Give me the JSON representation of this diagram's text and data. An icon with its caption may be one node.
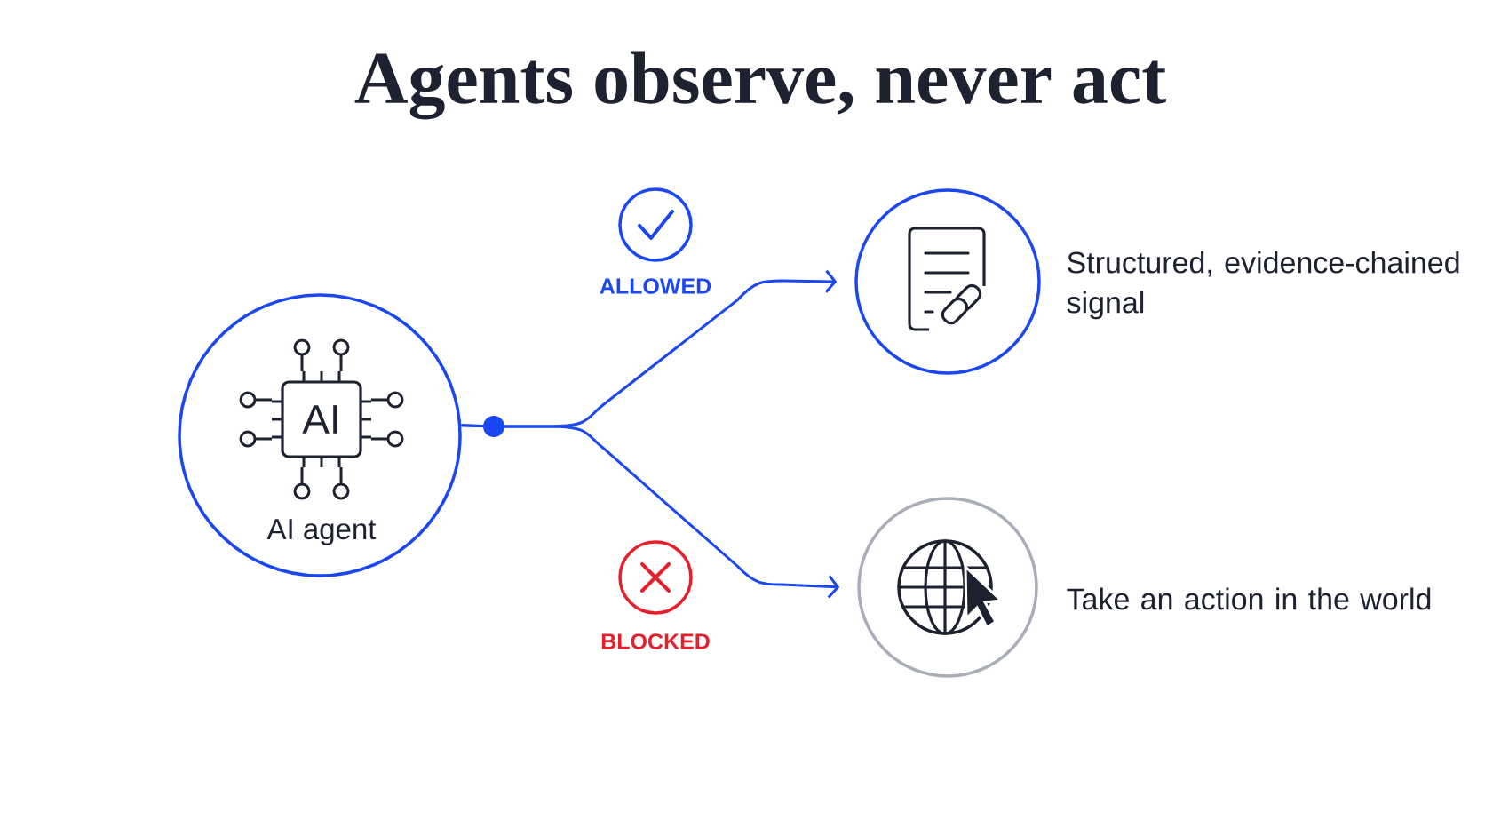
{
  "diagram": {
    "title": "Agents observe, never act",
    "nodes": [
      {
        "text": [
          "AI",
          "AI agent"
        ]
      },
      {
        "text": [],
        "shape": "circle",
        "beside": [
          "Structured, evidence-chained signal"
        ]
      },
      {
        "text": [],
        "shape": "circle",
        "beside": [
          "Take an action in the world"
        ]
      }
    ],
    "edges": [
      {
        "from": 0,
        "to": 1,
        "arrow": "to"
      },
      {
        "from": 0,
        "to": 2,
        "arrow": "to"
      }
    ],
    "labels": [
      "ALLOWED",
      "BLOCKED"
    ]
  }
}
